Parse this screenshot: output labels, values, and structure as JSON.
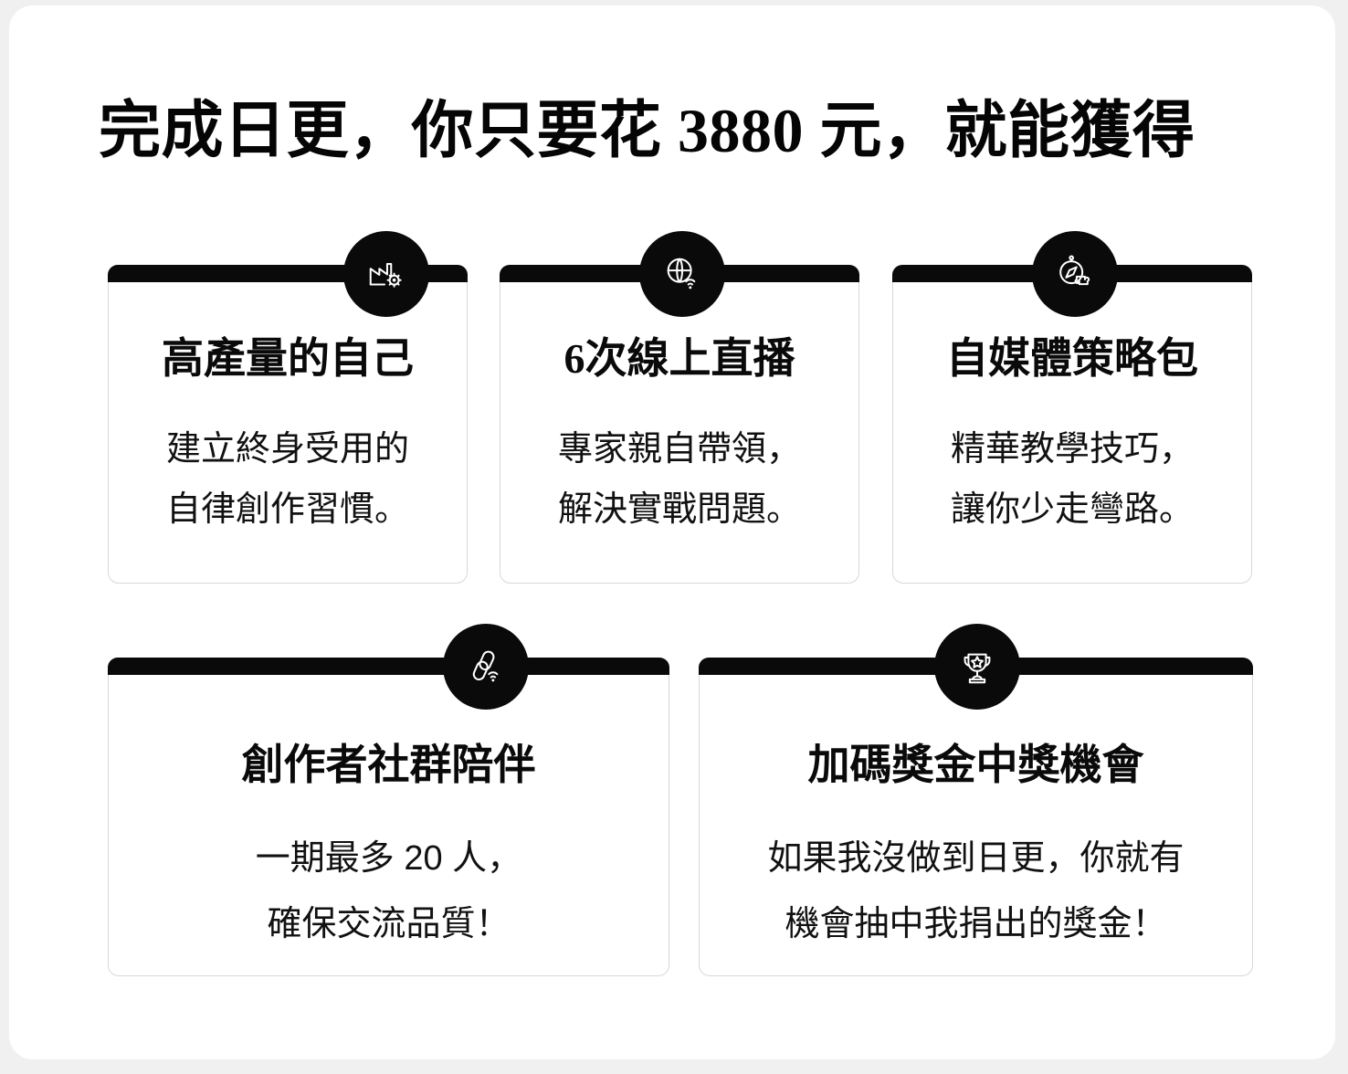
{
  "page": {
    "title": "完成日更，你只要花 3880 元，就能獲得",
    "background_color": "#f0f0f0",
    "panel_color": "#ffffff",
    "accent_color": "#0a0a0a",
    "border_color": "#d8d8d8"
  },
  "cards": [
    {
      "icon": "factory-gear-icon",
      "title": "高產量的自己",
      "body_line1": "建立終身受用的",
      "body_line2": "自律創作習慣。"
    },
    {
      "icon": "globe-wifi-icon",
      "title": "6次線上直播",
      "body_line1": "專家親自帶領，",
      "body_line2": "解決實戰問題。"
    },
    {
      "icon": "compass-puzzle-icon",
      "title": "自媒體策略包",
      "body_line1": "精華教學技巧，",
      "body_line2": "讓你少走彎路。"
    },
    {
      "icon": "link-wifi-icon",
      "title": "創作者社群陪伴",
      "body_line1": "一期最多 20 人，",
      "body_line2": "確保交流品質！"
    },
    {
      "icon": "trophy-star-icon",
      "title": "加碼獎金中獎機會",
      "body_line1": "如果我沒做到日更，你就有",
      "body_line2": "機會抽中我捐出的獎金！"
    }
  ]
}
